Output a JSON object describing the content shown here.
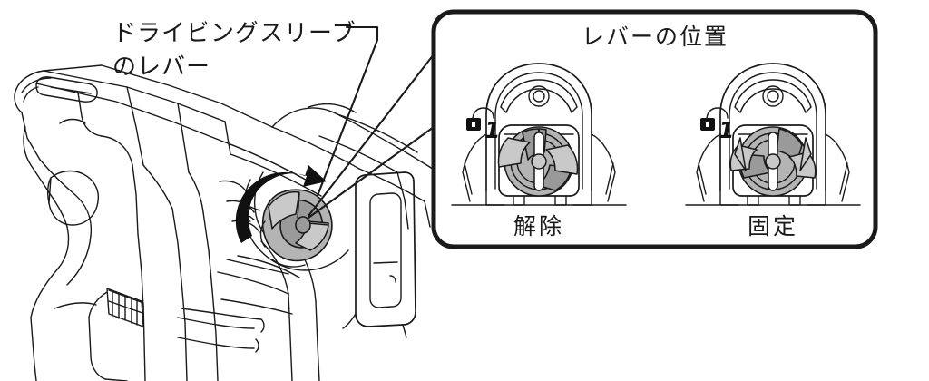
{
  "document": {
    "type": "technical-illustration",
    "language": "ja",
    "background_color": "#ffffff"
  },
  "annotation": {
    "lever_label_line1": "ドライビングスリーブ",
    "lever_label_line2": "のレバー",
    "leader_name": "leader-line-to-lever",
    "rotation_arrow_name": "rotation-arrow"
  },
  "tool": {
    "name": "rotary-hammer-drill",
    "lever_knob_name": "driving-sleeve-lever-knob",
    "description_visible": false
  },
  "callout_panel": {
    "title": "レバーの位置",
    "border_color": "#1a1a1a",
    "fill_color": "#ffffff",
    "positions": [
      {
        "id": "release",
        "label": "解除",
        "lock_icon": "open-padlock-icon",
        "marker_number": "1",
        "knob_orientation": "vertical"
      },
      {
        "id": "fixed",
        "label": "固定",
        "lock_icon": "open-padlock-icon",
        "marker_number": "1",
        "knob_orientation": "horizontal"
      }
    ]
  },
  "colors": {
    "line": "#1a1a1a",
    "knob_gray": "#b4b4b4",
    "knob_gray_dark": "#9a9a9a",
    "knob_gray_light": "#c9c9c9",
    "arrow_black": "#111111"
  }
}
